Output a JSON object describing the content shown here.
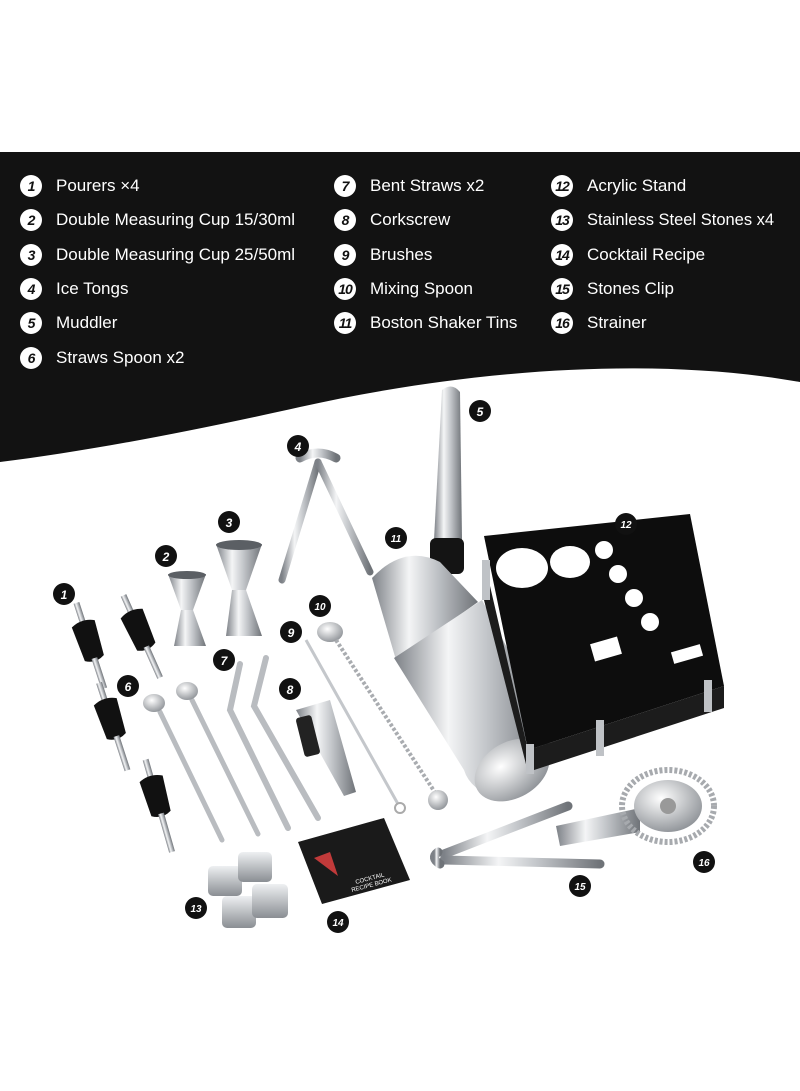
{
  "legend": {
    "items": [
      {
        "number": "1",
        "label": "Pourers ×4"
      },
      {
        "number": "2",
        "label": "Double Measuring Cup 15/30ml"
      },
      {
        "number": "3",
        "label": "Double Measuring Cup 25/50ml"
      },
      {
        "number": "4",
        "label": "Ice Tongs"
      },
      {
        "number": "5",
        "label": "Muddler"
      },
      {
        "number": "6",
        "label": "Straws Spoon x2"
      },
      {
        "number": "7",
        "label": "Bent Straws x2"
      },
      {
        "number": "8",
        "label": "Corkscrew"
      },
      {
        "number": "9",
        "label": "Brushes"
      },
      {
        "number": "10",
        "label": "Mixing Spoon"
      },
      {
        "number": "11",
        "label": "Boston Shaker Tins"
      },
      {
        "number": "12",
        "label": "Acrylic Stand"
      },
      {
        "number": "13",
        "label": "Stainless Steel Stones x4"
      },
      {
        "number": "14",
        "label": "Cocktail Recipe"
      },
      {
        "number": "15",
        "label": "Stones Clip"
      },
      {
        "number": "16",
        "label": "Strainer"
      }
    ]
  },
  "markers": [
    "1",
    "2",
    "3",
    "4",
    "5",
    "6",
    "7",
    "8",
    "9",
    "10",
    "11",
    "12",
    "13",
    "14",
    "15",
    "16"
  ],
  "recipe_book": {
    "line1": "COCKTAIL",
    "line2": "RECIPE BOOK"
  },
  "colors": {
    "banner": "#121212",
    "badge": "#ffffff",
    "steel": "#c9ccd0",
    "acrylic": "#0d0d0d"
  }
}
